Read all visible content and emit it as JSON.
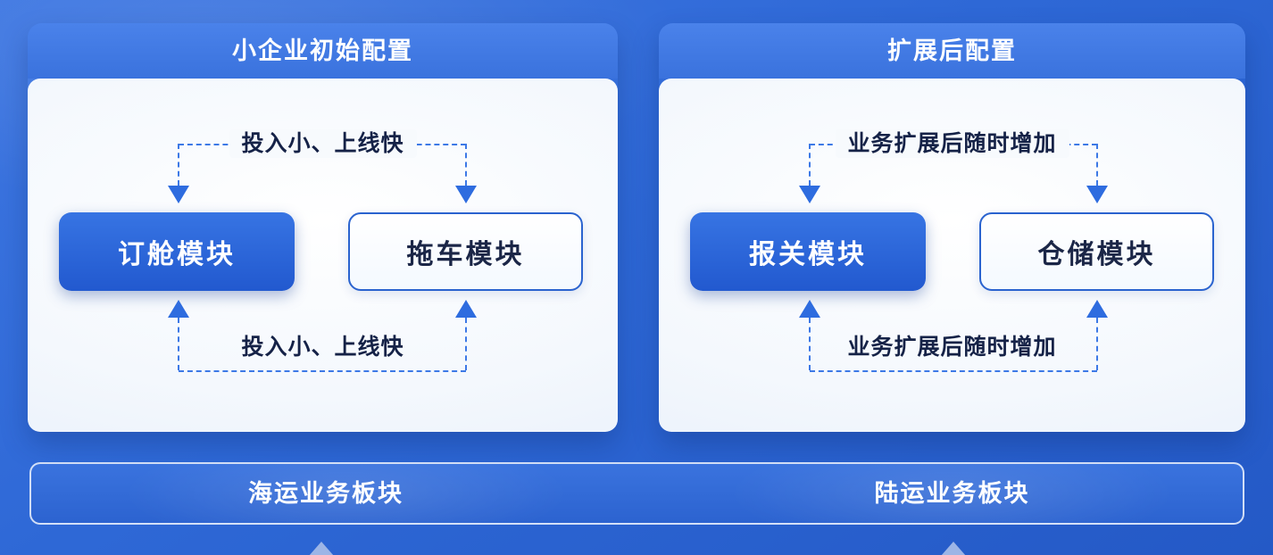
{
  "diagram": {
    "panels": [
      {
        "title": "小企业初始配置",
        "top_label": "投入小、上线快",
        "bottom_label": "投入小、上线快",
        "modules": [
          {
            "label": "订舱模块",
            "style": "filled"
          },
          {
            "label": "拖车模块",
            "style": "outlined"
          }
        ]
      },
      {
        "title": "扩展后配置",
        "top_label": "业务扩展后随时增加",
        "bottom_label": "业务扩展后随时增加",
        "modules": [
          {
            "label": "报关模块",
            "style": "filled"
          },
          {
            "label": "仓储模块",
            "style": "outlined"
          }
        ]
      }
    ],
    "bottom_bar": {
      "labels": [
        "海运业务板块",
        "陆运业务板块"
      ]
    },
    "colors": {
      "background_top": "#3e77e2",
      "background_bottom": "#2459c6",
      "panel_header": "#3b74de",
      "panel_body": "#f4f8fd",
      "module_filled": "#2b66d9",
      "module_outline_border": "#2a63cf",
      "dashed_connector": "#3d79e6",
      "arrowhead": "#2e6cdf",
      "label_text": "#152247",
      "bottom_bar_border": "#ffffff",
      "bottom_cut_arrow": "#9db5e6"
    }
  }
}
